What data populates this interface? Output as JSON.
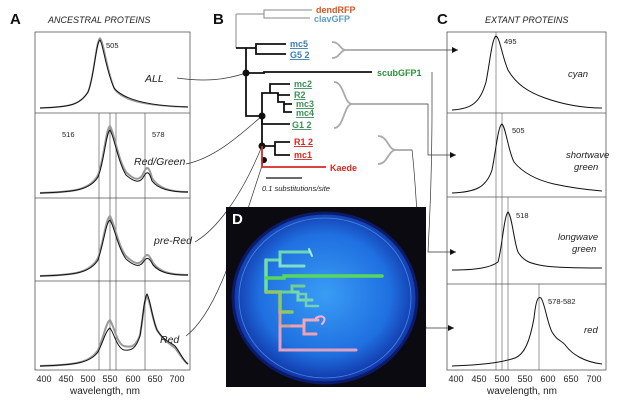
{
  "panels": {
    "A": {
      "letter": "A",
      "title": "ANCESTRAL PROTEINS"
    },
    "B": {
      "letter": "B"
    },
    "C": {
      "letter": "C",
      "title": "EXTANT PROTEINS"
    },
    "D": {
      "letter": "D"
    }
  },
  "axis": {
    "xlabel": "wavelength, nm",
    "ticks": [
      "400",
      "450",
      "500",
      "550",
      "600",
      "650",
      "700"
    ]
  },
  "ancestral": [
    {
      "label": "ALL",
      "peaks": [
        "505"
      ]
    },
    {
      "label": "Red/Green",
      "peaks": [
        "516",
        "578"
      ]
    },
    {
      "label": "pre-Red",
      "peaks": []
    },
    {
      "label": "Red",
      "peaks": []
    }
  ],
  "extant": [
    {
      "label": "cyan",
      "peaks": [
        "495"
      ]
    },
    {
      "label": "shortwave green",
      "line1": "shortwave",
      "line2": "green",
      "peaks": [
        "505"
      ]
    },
    {
      "label": "longwave green",
      "line1": "longwave",
      "line2": "green",
      "peaks": [
        "518"
      ]
    },
    {
      "label": "red",
      "peaks": [
        "578-582"
      ]
    }
  ],
  "tree": {
    "outgroup": [
      {
        "name": "dendRFP",
        "color": "#d9541e"
      },
      {
        "name": "clavGFP",
        "color": "#5a9fc4"
      }
    ],
    "cyan_group": [
      {
        "name": "mc5",
        "color": "#3a7fb3"
      },
      {
        "name": "G5 2",
        "color": "#3a7fb3"
      }
    ],
    "scub": {
      "name": "scubGFP1",
      "color": "#2f8f3a"
    },
    "green_group": [
      {
        "name": "mc2",
        "color": "#3f8f5a"
      },
      {
        "name": "R2",
        "color": "#3f8f5a"
      },
      {
        "name": "mc3",
        "color": "#3f8f5a"
      },
      {
        "name": "mc4",
        "color": "#3f8f5a"
      },
      {
        "name": "G1 2",
        "color": "#3f8f5a"
      }
    ],
    "red_group": [
      {
        "name": "R1 2",
        "color": "#d42a22"
      },
      {
        "name": "mc1",
        "color": "#d42a22"
      }
    ],
    "kaede": {
      "name": "Kaede",
      "color": "#d42a22"
    },
    "scale_label": "0.1 substitutions/site"
  },
  "colors": {
    "plate_rim": "#0c1a6a",
    "plate_fill": "#1f6fe0",
    "photo_bg": "#0a0a10"
  }
}
